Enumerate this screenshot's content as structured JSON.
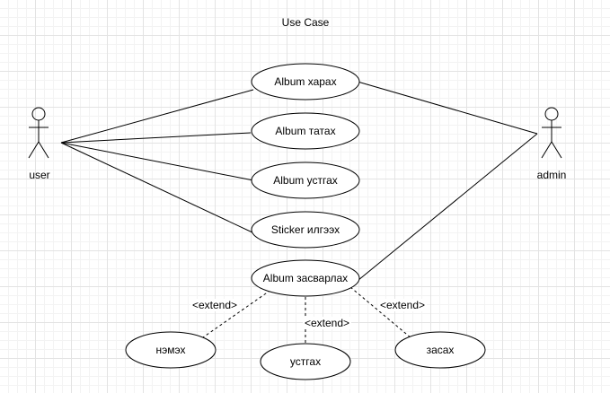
{
  "title": "Use Case",
  "actors": {
    "user": "user",
    "admin": "admin"
  },
  "use_cases": {
    "view": "Album харах",
    "download": "Album татах",
    "delete": "Album устгах",
    "sticker": "Sticker илгээх",
    "edit": "Album засварлах",
    "add": "нэмэх",
    "remove": "устгах",
    "fix": "засах"
  },
  "relations": {
    "extend_left": "<extend>",
    "extend_mid": "<extend>",
    "extend_right": "<extend>"
  }
}
